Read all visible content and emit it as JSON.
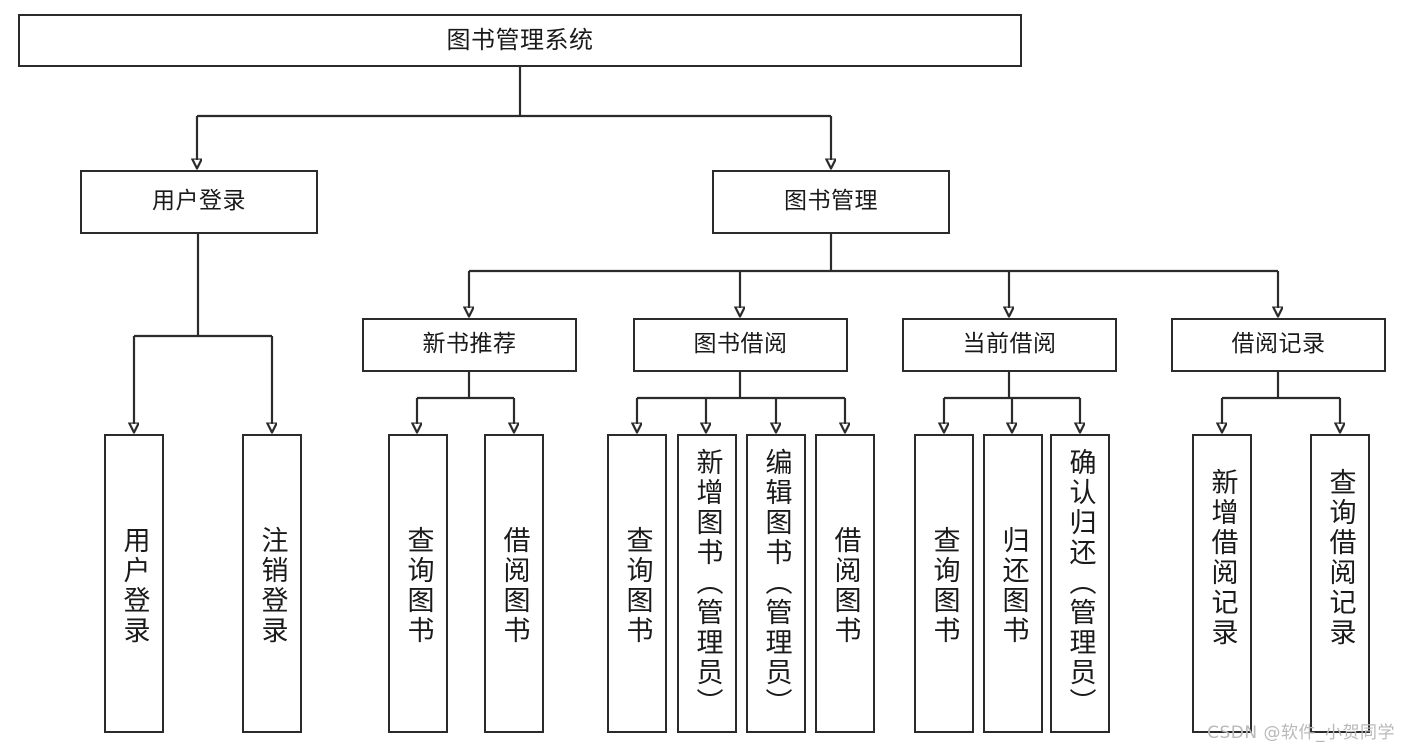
{
  "diagram": {
    "title": "图书管理系统",
    "type": "tree-hierarchy-chart",
    "root": {
      "label": "图书管理系统"
    },
    "level1": [
      {
        "label": "用户登录"
      },
      {
        "label": "图书管理"
      }
    ],
    "level2": [
      {
        "label": "新书推荐"
      },
      {
        "label": "图书借阅"
      },
      {
        "label": "当前借阅"
      },
      {
        "label": "借阅记录"
      }
    ],
    "leaves": {
      "user_login": [
        {
          "label": "用户登录"
        },
        {
          "label": "注销登录"
        }
      ],
      "new_book_recommend": [
        {
          "label": "查询图书"
        },
        {
          "label": "借阅图书"
        }
      ],
      "book_borrow": [
        {
          "label": "查询图书"
        },
        {
          "label": "新增图书（管理员）"
        },
        {
          "label": "编辑图书（管理员）"
        },
        {
          "label": "借阅图书"
        }
      ],
      "current_borrow": [
        {
          "label": "查询图书"
        },
        {
          "label": "归还图书"
        },
        {
          "label": "确认归还（管理员）"
        }
      ],
      "borrow_record": [
        {
          "label": "新增借阅记录"
        },
        {
          "label": "查询借阅记录"
        }
      ]
    }
  },
  "watermark": {
    "text": "CSDN @软件_小贺同学"
  },
  "colors": {
    "stroke": "#2b2b2b",
    "text": "#1a1a1a",
    "background": "#ffffff",
    "watermark": "#b9b9b9"
  }
}
